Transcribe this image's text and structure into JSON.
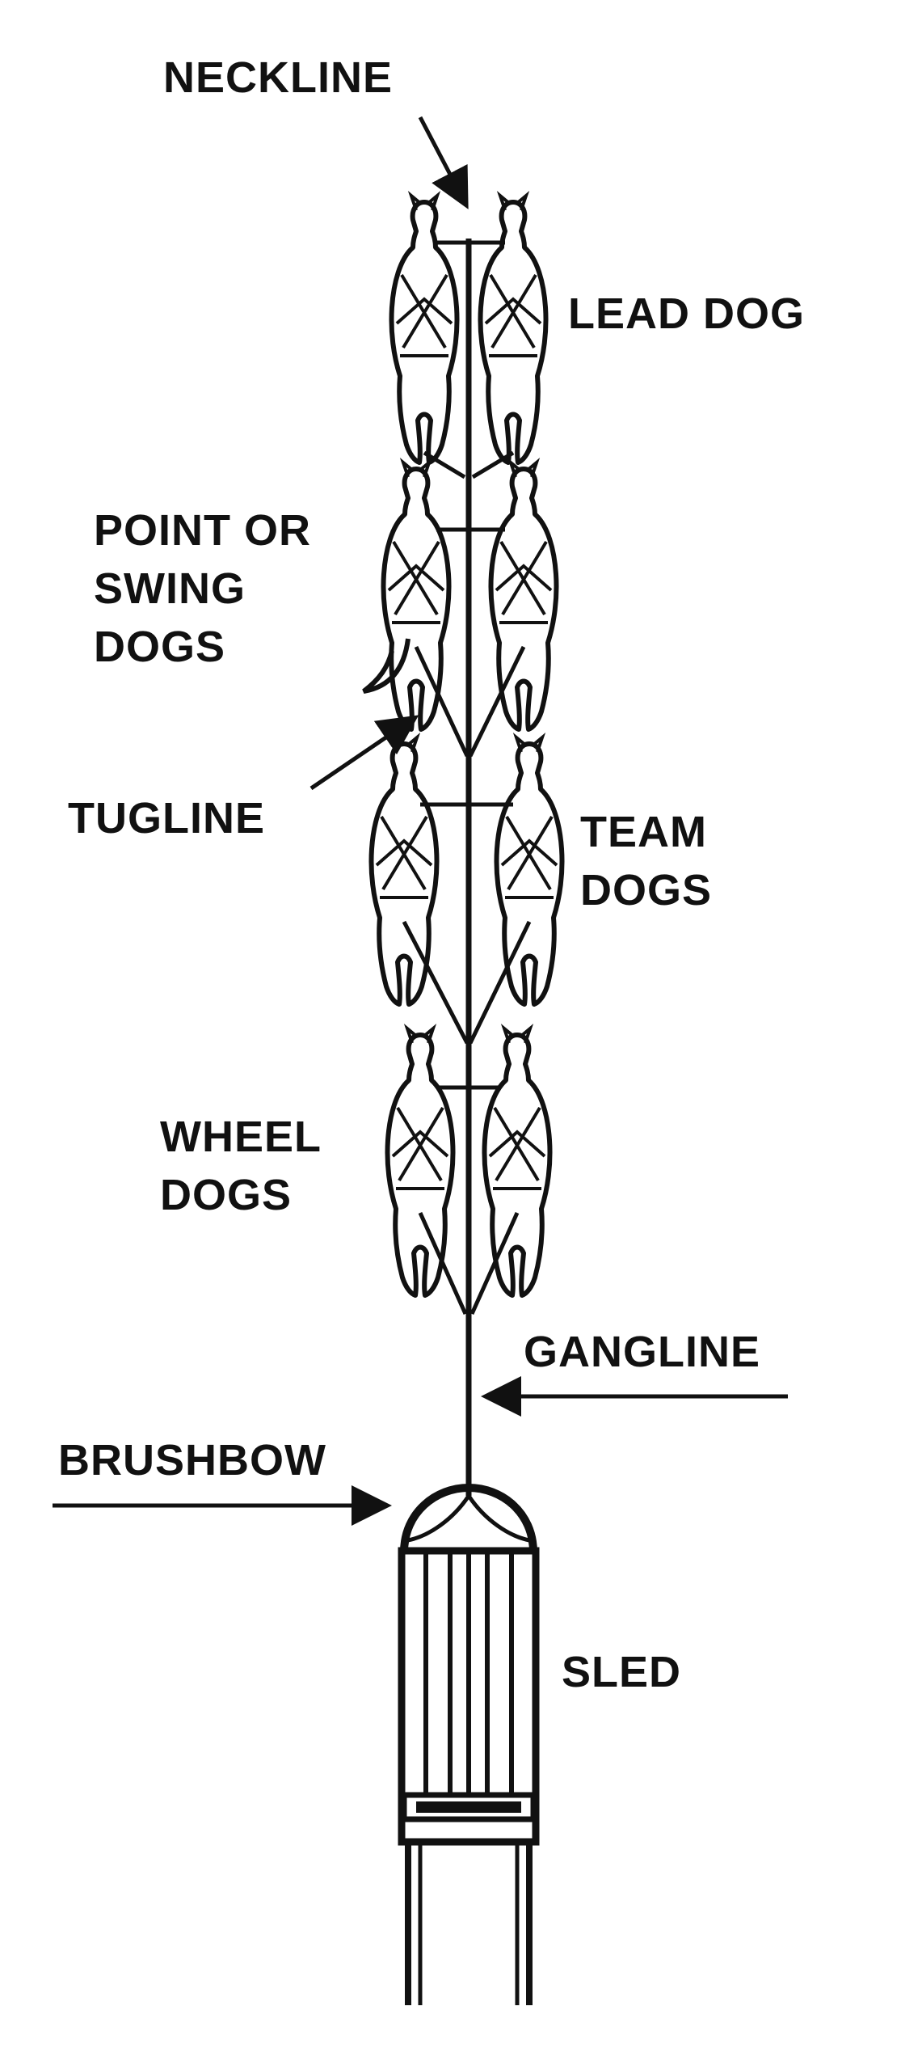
{
  "labels": {
    "neckline": "NECKLINE",
    "lead_dog": "LEAD DOG",
    "point_swing": [
      "POINT OR",
      "SWING",
      "DOGS"
    ],
    "tugline": "TUGLINE",
    "team_dogs": [
      "TEAM",
      "DOGS"
    ],
    "wheel_dogs": [
      "WHEEL",
      "DOGS"
    ],
    "gangline": "GANGLINE",
    "brushbow": "BRUSHBOW",
    "sled": "SLED"
  },
  "colors": {
    "ink": "#111111",
    "background": "#ffffff"
  }
}
